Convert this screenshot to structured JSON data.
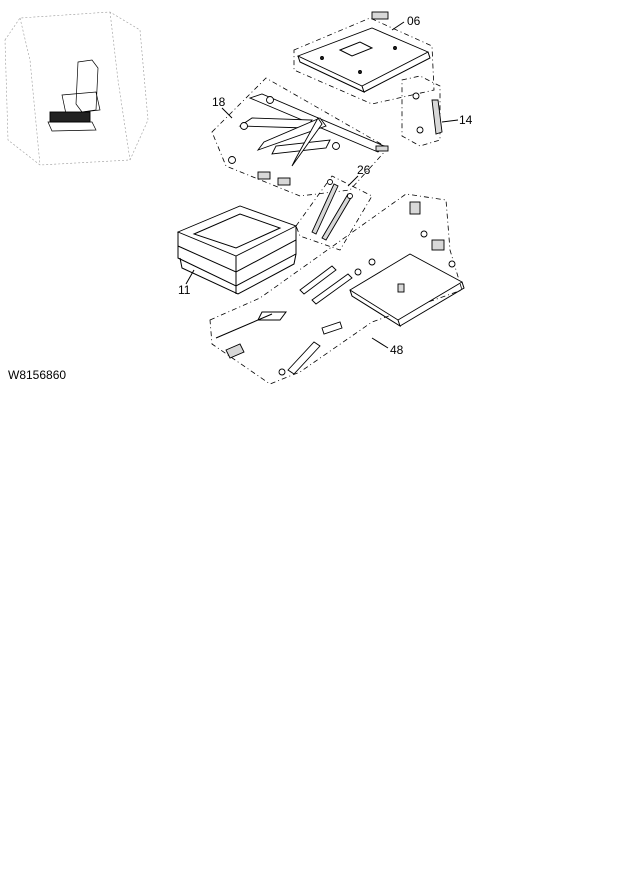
{
  "drawing_id": "W8156860",
  "callouts": {
    "c06": "06",
    "c14": "14",
    "c18": "18",
    "c26": "26",
    "c11": "11",
    "c48": "48"
  }
}
